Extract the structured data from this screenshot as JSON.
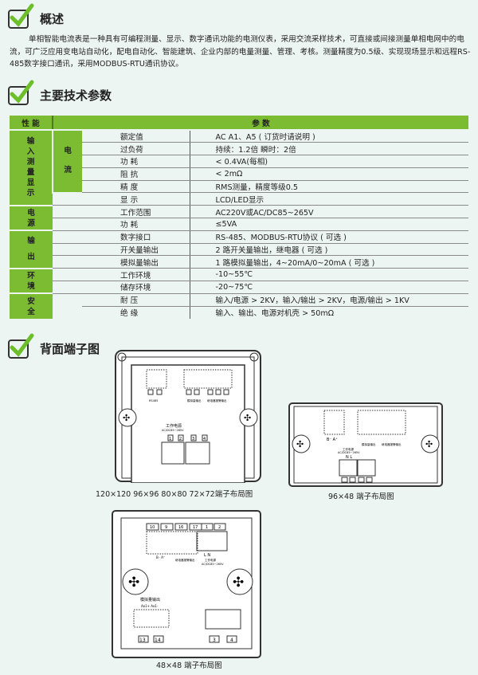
{
  "sections": {
    "overview": "概述",
    "specs": "主要技术参数",
    "terminals": "背面端子图"
  },
  "overview_text": "单相智能电流表是一种具有可编程测量、显示、数字通讯功能的电测仪表，采用交流采样技术，可直接或间接测量单相电网中的电流，可广泛应用变电站自动化，配电自动化、智能建筑、企业内部的电量测量、管理、考核。测量精度为0.5级、实现现场显示和远程RS-485数字接口通讯，采用MODBUS-RTU通讯协议。",
  "table": {
    "headers": [
      "性 能",
      "参 数"
    ],
    "groups": {
      "input": "输入测量显示",
      "current": "电流",
      "power": "电源",
      "output": "输出",
      "env": "环境",
      "safety": "安全"
    },
    "rows": [
      {
        "name": "额定值",
        "value": "AC  A1、A5 ( 订货时请说明 )"
      },
      {
        "name": "过负荷",
        "value": "持续：1.2倍  瞬时：2倍"
      },
      {
        "name": "功 耗",
        "value": "< 0.4VA(每相)"
      },
      {
        "name": "阻 抗",
        "value": "< 2mΩ"
      },
      {
        "name": "精 度",
        "value": "RMS测量，精度等级0.5"
      },
      {
        "name": "显 示",
        "value": "LCD/LED显示"
      },
      {
        "name": "工作范围",
        "value": "AC220V或AC/DC85~265V"
      },
      {
        "name": "功 耗",
        "value": "≤5VA"
      },
      {
        "name": "数字接口",
        "value": "RS-485、MODBUS-RTU协议 ( 可选 )"
      },
      {
        "name": "开关量输出",
        "value": "2 路开关量输出，继电器 ( 可选 )"
      },
      {
        "name": "模拟量输出",
        "value": "1 路模拟量输出，4~20mA/0~20mA ( 可选 )"
      },
      {
        "name": "工作环境",
        "value": "-10~55℃"
      },
      {
        "name": "储存环境",
        "value": "-20~75℃"
      },
      {
        "name": "耐 压",
        "value": "输入/电源 > 2KV，输入/输出 > 2KV，电源/输出 > 1KV"
      },
      {
        "name": "绝 缘",
        "value": "输入、输出、电源对机壳 > 50mΩ"
      }
    ]
  },
  "diagrams": {
    "d1_caption": "120×120  96×96  80×80  72×72端子布局图",
    "d2_caption": "96×48  端子布局图",
    "d3_caption": "48×48 端子布局图",
    "power": "工作电源",
    "power_range": "AC/DC85~265V",
    "rs485": "RS485",
    "relay": "继电器报警输出",
    "analog": "模拟量输出",
    "ba": "B⁻ A⁺",
    "nl": "N  L",
    "ln": "L    N",
    "ao": "Ao1+   Ao1-",
    "t1": "1",
    "t2": "2",
    "t3": "3",
    "t4": "4",
    "t9": "9",
    "t10": "10",
    "t13": "13",
    "t14": "14",
    "t16": "16",
    "t17": "17"
  }
}
